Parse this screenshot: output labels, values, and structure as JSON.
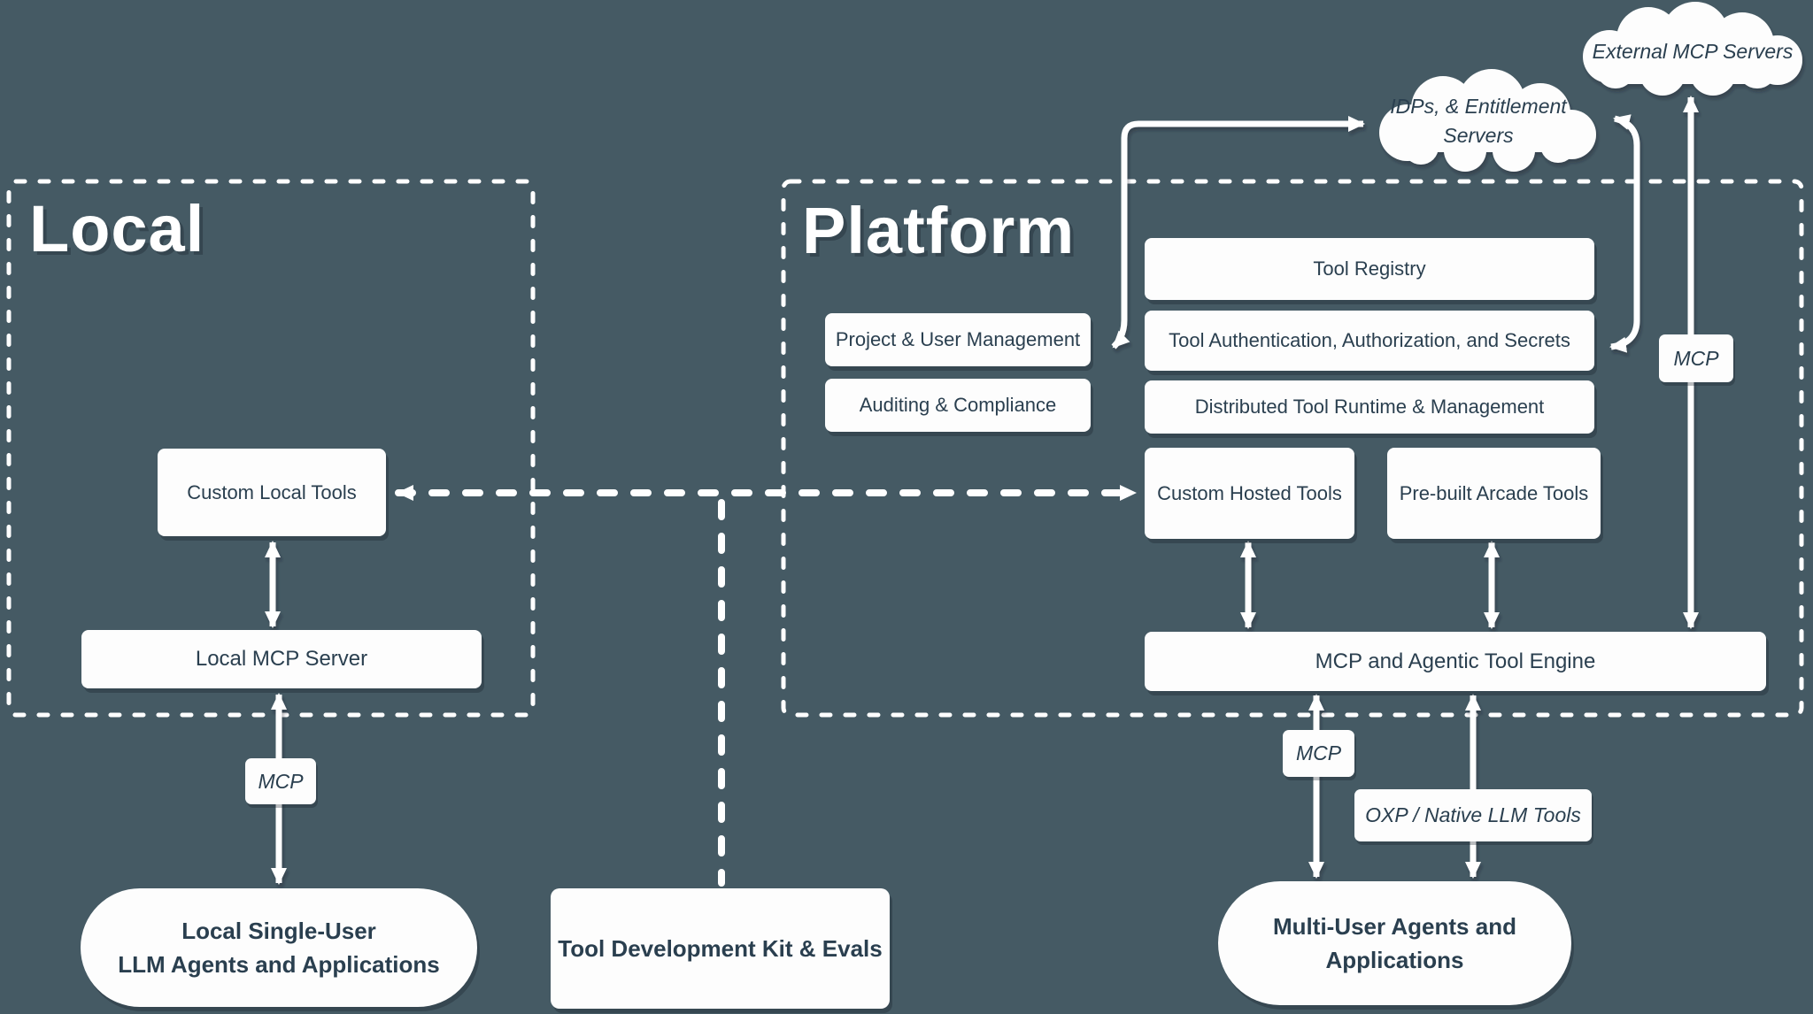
{
  "diagram_title": "Local and Platform tool architecture",
  "colors": {
    "background": "#455a64",
    "box_fill": "#fdfdfd",
    "box_text": "#2a3f4f",
    "line": "#ffffff"
  },
  "regions": {
    "local": {
      "label": "Local"
    },
    "platform": {
      "label": "Platform"
    }
  },
  "clouds": {
    "external_mcp": {
      "label": "External MCP Servers"
    },
    "idp": {
      "line1": "IDPs, & Entitlement",
      "line2": "Servers"
    }
  },
  "nodes": {
    "tool_registry": {
      "label": "Tool Registry"
    },
    "tool_auth": {
      "label": "Tool Authentication, Authorization, and Secrets"
    },
    "distributed_runtime": {
      "label": "Distributed Tool Runtime & Management"
    },
    "project_user": {
      "label": "Project & User Management"
    },
    "auditing": {
      "label": "Auditing & Compliance"
    },
    "custom_hosted": {
      "label": "Custom Hosted Tools"
    },
    "prebuilt_arcade": {
      "label": "Pre-built Arcade Tools"
    },
    "custom_local": {
      "label": "Custom Local Tools"
    },
    "local_mcp_server": {
      "label": "Local MCP Server"
    },
    "engine": {
      "label": "MCP and Agentic Tool Engine"
    },
    "tdk": {
      "label": "Tool Development Kit & Evals"
    },
    "local_agents": {
      "line1": "Local Single-User",
      "line2": "LLM Agents and Applications"
    },
    "multi_user_agents": {
      "line1": "Multi-User Agents and",
      "line2": "Applications"
    }
  },
  "edge_labels": {
    "mcp_local": "MCP",
    "mcp_platform": "MCP",
    "mcp_external": "MCP",
    "oxp": "OXP / Native LLM Tools"
  }
}
